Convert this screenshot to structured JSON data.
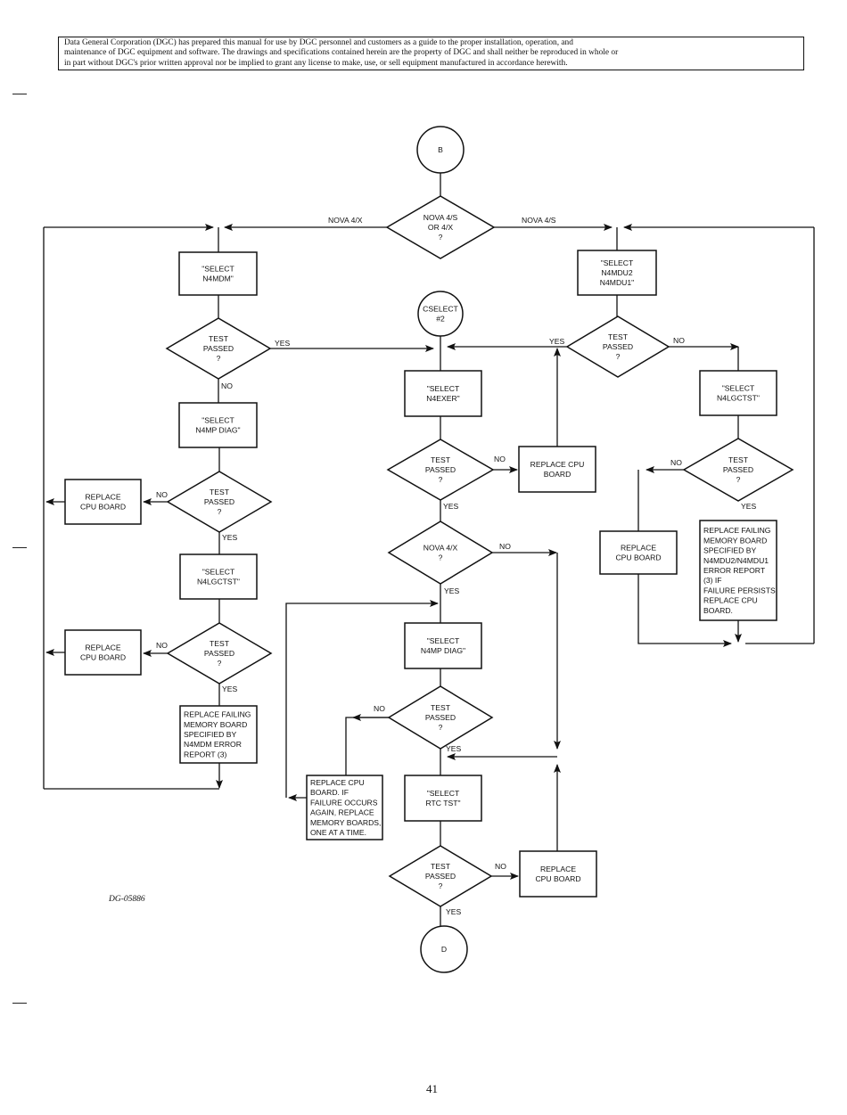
{
  "notice": {
    "lines": [
      "Data General Corporation (DGC) has prepared this manual for use by DGC personnel and customers as a guide to the proper installation, operation, and",
      "maintenance of DGC equipment and software. The drawings and specifications contained herein are the property of DGC and shall neither be reproduced in whole or",
      "in part without DGC's prior written approval nor be implied to grant any license to make, use, or sell equipment manufactured in accordance herewith."
    ]
  },
  "figure_id": "DG-05886",
  "page_number": "41",
  "connectors": {
    "start": "B",
    "cselect": [
      "CSELECT",
      "#2"
    ],
    "end": "D"
  },
  "nodes": {
    "decision_model": [
      "NOVA 4/S",
      "OR 4/X",
      "?"
    ],
    "select_n4mdm": [
      "\"SELECT",
      "N4MDM\""
    ],
    "test_l1": [
      "TEST",
      "PASSED",
      "?"
    ],
    "select_n4mp_l": [
      "\"SELECT",
      "N4MP DIAG\""
    ],
    "test_l2": [
      "TEST",
      "PASSED",
      "?"
    ],
    "replace_cpu_l1": [
      "REPLACE",
      "CPU BOARD"
    ],
    "select_n4lgctst_l": [
      "\"SELECT",
      "N4LGCTST\""
    ],
    "test_l3": [
      "TEST",
      "PASSED",
      "?"
    ],
    "replace_cpu_l2": [
      "REPLACE",
      "CPU BOARD"
    ],
    "replace_mem_l": [
      "REPLACE FAILING",
      "MEMORY BOARD",
      "SPECIFIED BY",
      "N4MDM ERROR",
      "REPORT  (3)"
    ],
    "select_n4mdu": [
      "\"SELECT",
      "N4MDU2",
      "N4MDU1\""
    ],
    "test_r1": [
      "TEST",
      "PASSED",
      "?"
    ],
    "select_n4lgctst_r": [
      "\"SELECT",
      "N4LGCTST\""
    ],
    "test_r2": [
      "TEST",
      "PASSED",
      "?"
    ],
    "replace_cpu_r": [
      "REPLACE",
      "CPU BOARD"
    ],
    "replace_mem_r": [
      "REPLACE FAILING",
      "MEMORY BOARD",
      "SPECIFIED BY",
      "N4MDU2/N4MDU1",
      "ERROR REPORT",
      "(3) IF",
      "FAILURE PERSISTS,",
      "REPLACE CPU",
      "BOARD."
    ],
    "select_n4exer": [
      "\"SELECT",
      "N4EXER\""
    ],
    "test_c1": [
      "TEST",
      "PASSED",
      "?"
    ],
    "replace_cpu_c1": [
      "REPLACE CPU",
      "BOARD"
    ],
    "decision_nova4x": [
      "NOVA 4/X",
      "?"
    ],
    "select_n4mp_c": [
      "\"SELECT",
      "N4MP DIAG\""
    ],
    "test_c2": [
      "TEST",
      "PASSED",
      "?"
    ],
    "replace_cpu_mem_c": [
      "REPLACE CPU",
      "BOARD. IF",
      "FAILURE OCCURS",
      "AGAIN, REPLACE",
      "MEMORY BOARDS,",
      "ONE AT A TIME."
    ],
    "select_rtc": [
      "\"SELECT",
      "RTC TST\""
    ],
    "test_c3": [
      "TEST",
      "PASSED",
      "?"
    ],
    "replace_cpu_c2": [
      "REPLACE",
      "CPU BOARD"
    ]
  },
  "edge_labels": {
    "nova4x": "NOVA 4/X",
    "nova4s": "NOVA 4/S",
    "yes": "YES",
    "no": "NO"
  }
}
